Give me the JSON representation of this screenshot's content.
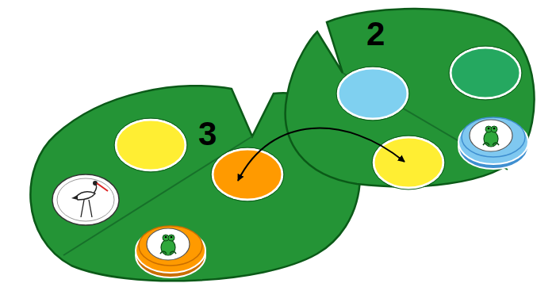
{
  "diagram": {
    "nodes": [
      {
        "text": [
          "3"
        ]
      },
      {
        "text": [
          "2"
        ]
      }
    ],
    "edges": [
      {
        "from": 0,
        "to": 1,
        "arrow": "both"
      }
    ]
  }
}
